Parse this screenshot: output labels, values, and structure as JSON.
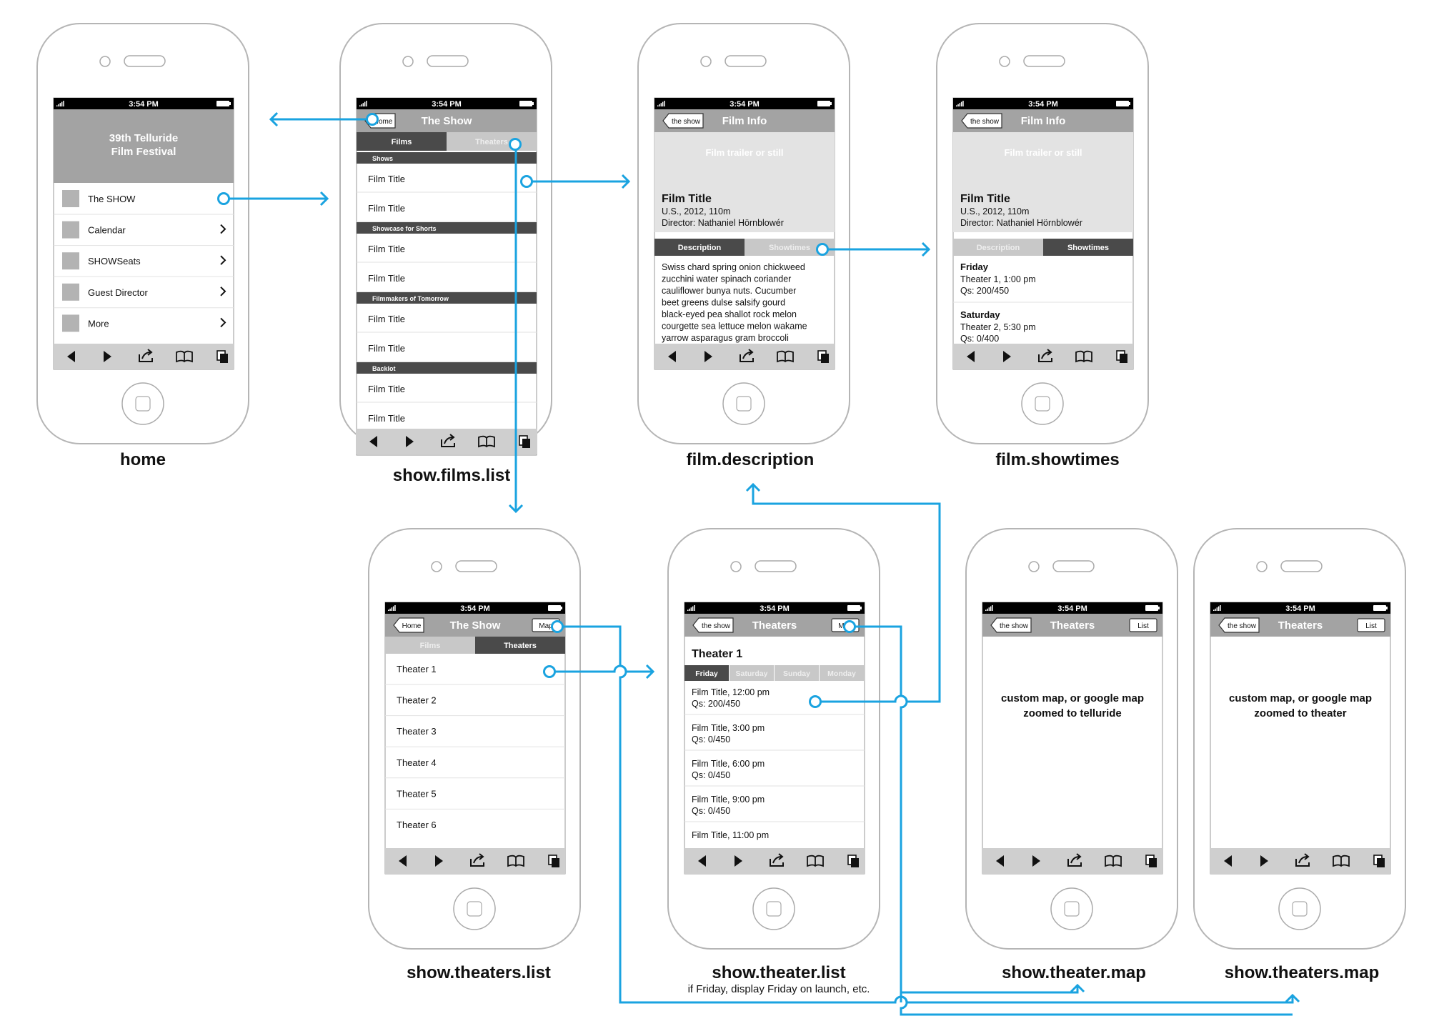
{
  "status_bar": {
    "time": "3:54 PM"
  },
  "screens": {
    "home": {
      "caption": "home",
      "banner": "39th Telluride\nFilm Festival",
      "items": [
        "The SHOW",
        "Calendar",
        "SHOWSeats",
        "Guest Director",
        "More"
      ]
    },
    "films_list": {
      "caption": "show.films.list",
      "back": "Home",
      "title": "The Show",
      "seg": [
        "Films",
        "Theaters"
      ],
      "rows": [
        {
          "type": "section",
          "text": "Shows"
        },
        {
          "type": "row",
          "text": "Film Title"
        },
        {
          "type": "row",
          "text": "Film Title"
        },
        {
          "type": "section",
          "text": "Showcase for Shorts"
        },
        {
          "type": "row",
          "text": "Film Title"
        },
        {
          "type": "row",
          "text": "Film Title"
        },
        {
          "type": "section",
          "text": "Filmmakers of Tomorrow"
        },
        {
          "type": "row",
          "text": "Film Title"
        },
        {
          "type": "row",
          "text": "Film Title"
        },
        {
          "type": "section",
          "text": "Backlot"
        },
        {
          "type": "row",
          "text": "Film Title"
        },
        {
          "type": "row",
          "text": "Film Title"
        }
      ]
    },
    "film_description": {
      "caption": "film.description",
      "back": "the show",
      "title": "Film Info",
      "media": "Film trailer or still",
      "film_title": "Film Title",
      "meta": [
        "U.S., 2012, 110m",
        "Director: Nathaniel Hörnblowér"
      ],
      "seg": [
        "Description",
        "Showtimes"
      ],
      "body_lines": [
        "Swiss chard spring onion chickweed",
        "zucchini water spinach coriander",
        "cauliflower bunya nuts. Cucumber",
        "beet greens dulse salsify gourd",
        "black-eyed pea shallot rock melon",
        "courgette sea lettuce melon wakame",
        "yarrow asparagus gram broccoli"
      ]
    },
    "film_showtimes": {
      "caption": "film.showtimes",
      "back": "the show",
      "title": "Film Info",
      "media": "Film trailer or still",
      "film_title": "Film Title",
      "meta": [
        "U.S., 2012, 110m",
        "Director: Nathaniel Hörnblowér"
      ],
      "seg": [
        "Description",
        "Showtimes"
      ],
      "showtimes": [
        {
          "day": "Friday",
          "line1": "Theater 1, 1:00 pm",
          "line2": "Qs: 200/450"
        },
        {
          "day": "Saturday",
          "line1": "Theater 2, 5:30 pm",
          "line2": "Qs: 0/400"
        }
      ]
    },
    "theaters_list": {
      "caption": "show.theaters.list",
      "back": "Home",
      "title": "The Show",
      "action": "Map",
      "seg": [
        "Films",
        "Theaters"
      ],
      "rows": [
        "Theater 1",
        "Theater 2",
        "Theater 3",
        "Theater 4",
        "Theater 5",
        "Theater 6"
      ]
    },
    "theater_list": {
      "caption": "show.theater.list",
      "subcaption": "if Friday, display Friday on launch, etc.",
      "back": "the show",
      "title": "Theaters",
      "action": "Map",
      "heading": "Theater 1",
      "days": [
        "Friday",
        "Saturday",
        "Sunday",
        "Monday"
      ],
      "entries": [
        {
          "line1": "Film Title, 12:00 pm",
          "line2": "Qs: 200/450"
        },
        {
          "line1": "Film Title, 3:00 pm",
          "line2": "Qs: 0/450"
        },
        {
          "line1": "Film Title, 6:00 pm",
          "line2": "Qs: 0/450"
        },
        {
          "line1": "Film Title, 9:00 pm",
          "line2": "Qs: 0/450"
        },
        {
          "line1": "Film Title, 11:00 pm",
          "line2": ""
        }
      ]
    },
    "theater_map": {
      "caption": "show.theater.map",
      "back": "the show",
      "title": "Theaters",
      "action": "List",
      "body": [
        "custom map, or google map",
        "zoomed to telluride"
      ]
    },
    "theaters_map": {
      "caption": "show.theaters.map",
      "back": "the show",
      "title": "Theaters",
      "action": "List",
      "body": [
        "custom map, or google map",
        "zoomed to theater"
      ]
    }
  },
  "colors": {
    "flow": "#1aa3e0",
    "header_gray": "#a3a3a3",
    "dark_gray": "#4a4a4a",
    "light_gray": "#c8c8c8",
    "media_gray": "#e3e3e3"
  }
}
